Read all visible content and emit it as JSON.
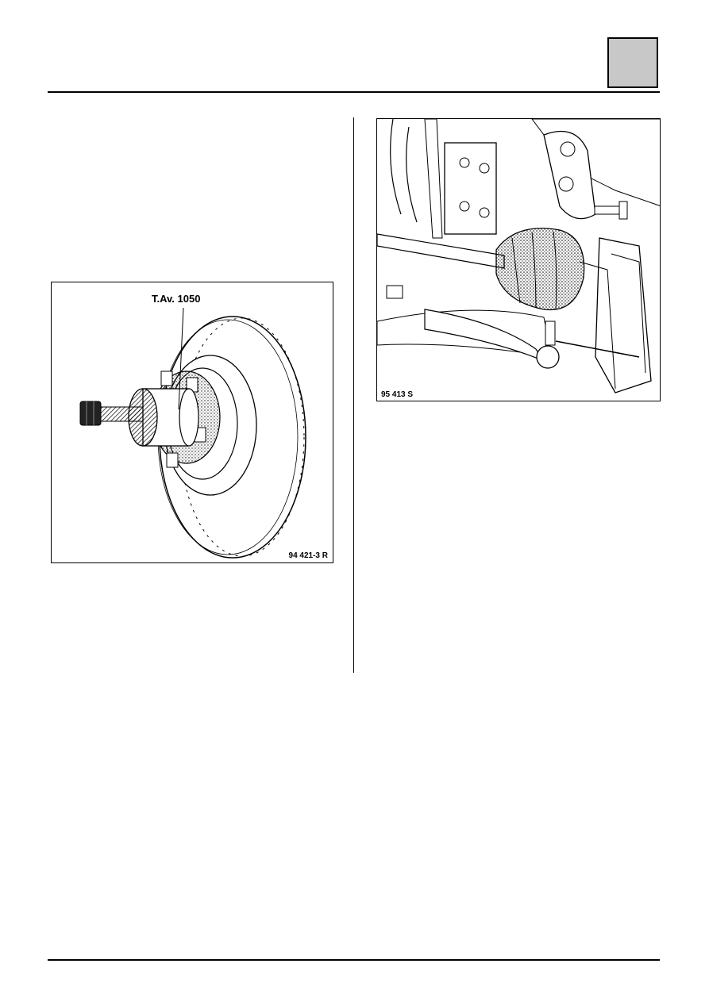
{
  "figures": {
    "left": {
      "tool_label": "T.Av. 1050",
      "reference": "94 421-3 R"
    },
    "right": {
      "reference": "95 413 S"
    }
  },
  "colors": {
    "corner_box_fill": "#c8c8c8",
    "rules": "#000000"
  }
}
